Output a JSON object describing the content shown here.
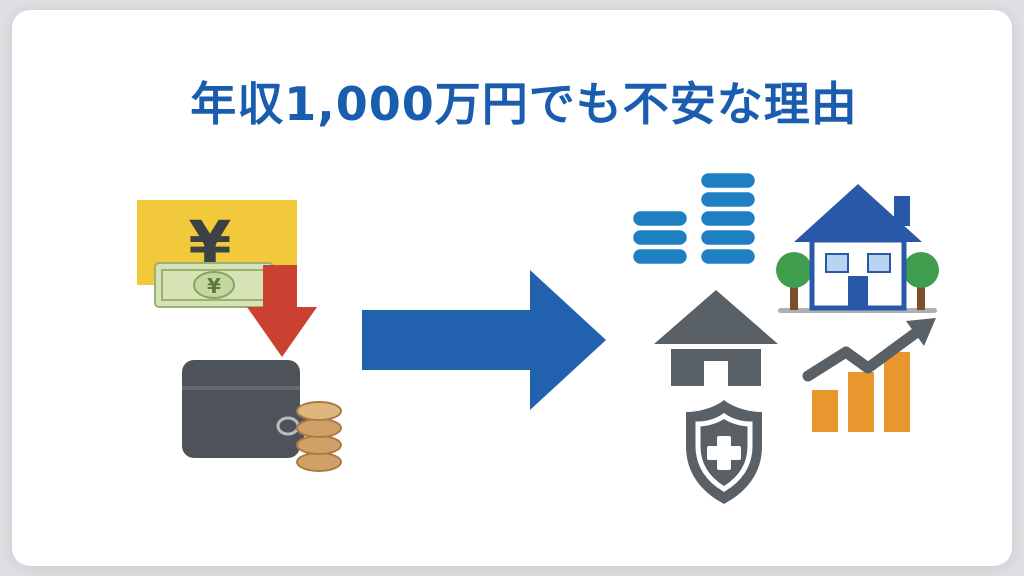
{
  "slide": {
    "title": "年収1,000万円でも不安な理由"
  },
  "colors": {
    "title": "#1a5cad",
    "background": "#dfe0e3",
    "card": "#ffffff",
    "flow_arrow": "#2261ae",
    "decrease_arrow": "#cb4131",
    "banknote_card": "#f3c93c",
    "banknote": "#d6e3b5",
    "wallet": "#4e535a",
    "gold_coins": "#d0a166",
    "blue_coins": "#1e7fc2",
    "blue_house": "#2a58a8",
    "tree_green": "#3f9e4e",
    "gray_icon": "#596066",
    "chart_bars": "#e8962e"
  },
  "left_group": {
    "name": "income-decrease",
    "yen_large": "¥",
    "yen_small": "¥",
    "icons": [
      "yen-banknote-icon",
      "decrease-arrow-icon",
      "wallet-icon",
      "gold-coin-stack-icon"
    ]
  },
  "center": {
    "icon": "flow-arrow-icon"
  },
  "right_group": {
    "name": "expenses",
    "icons": [
      "blue-coin-stacks-icon",
      "blue-house-icon",
      "gray-house-icon",
      "shield-cross-icon",
      "rising-chart-icon"
    ]
  }
}
